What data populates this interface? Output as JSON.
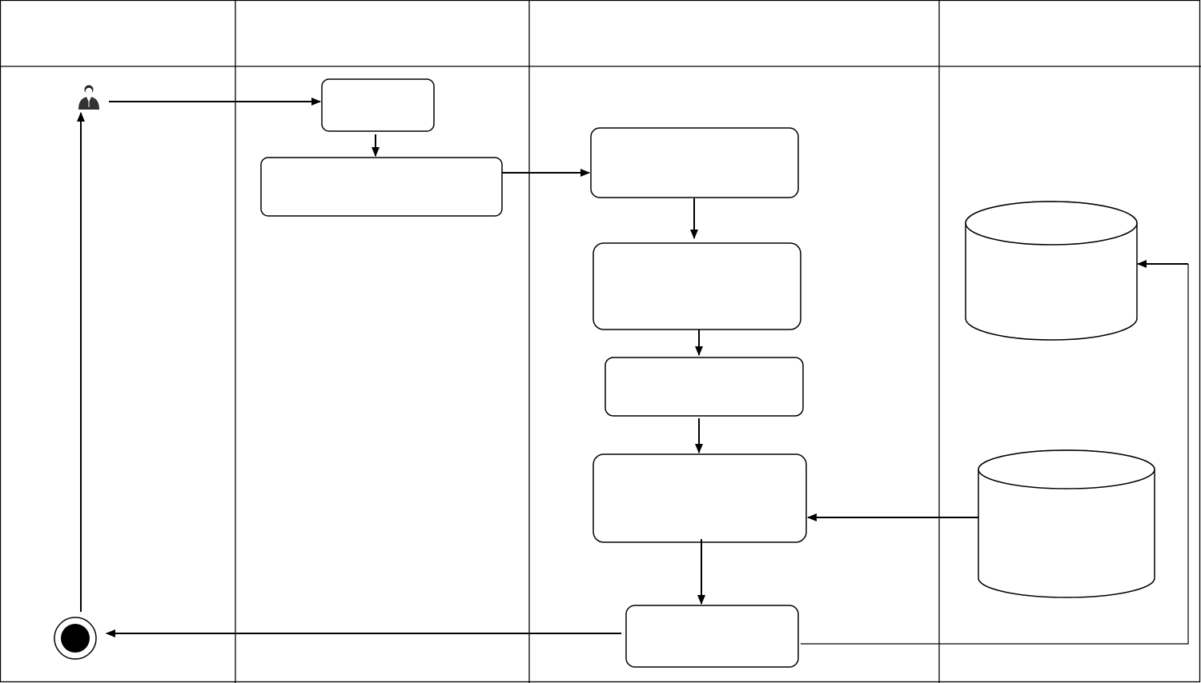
{
  "diagram": {
    "type": "activity-swimlane",
    "lanes": [
      {
        "id": "lane-1",
        "header": ""
      },
      {
        "id": "lane-2",
        "header": ""
      },
      {
        "id": "lane-3",
        "header": ""
      },
      {
        "id": "lane-4",
        "header": ""
      }
    ],
    "nodes": [
      {
        "id": "actor",
        "kind": "actor",
        "label": "",
        "icon": "user-icon"
      },
      {
        "id": "n1",
        "kind": "activity",
        "label": ""
      },
      {
        "id": "n2",
        "kind": "activity",
        "label": ""
      },
      {
        "id": "n3",
        "kind": "activity",
        "label": ""
      },
      {
        "id": "n4",
        "kind": "activity",
        "label": ""
      },
      {
        "id": "n5",
        "kind": "activity",
        "label": ""
      },
      {
        "id": "n6",
        "kind": "activity",
        "label": ""
      },
      {
        "id": "n7",
        "kind": "activity",
        "label": ""
      },
      {
        "id": "db1",
        "kind": "datastore",
        "label": ""
      },
      {
        "id": "db2",
        "kind": "datastore",
        "label": ""
      },
      {
        "id": "end",
        "kind": "final-node",
        "label": ""
      }
    ],
    "edges": [
      {
        "from": "actor",
        "to": "n1"
      },
      {
        "from": "n1",
        "to": "n2"
      },
      {
        "from": "n2",
        "to": "n3"
      },
      {
        "from": "n3",
        "to": "n4"
      },
      {
        "from": "n4",
        "to": "n5"
      },
      {
        "from": "n5",
        "to": "n6"
      },
      {
        "from": "db2",
        "to": "n6"
      },
      {
        "from": "n6",
        "to": "n7"
      },
      {
        "from": "n7",
        "to": "end"
      },
      {
        "from": "n7",
        "to": "db1"
      },
      {
        "from": "end",
        "to": "actor"
      }
    ]
  }
}
